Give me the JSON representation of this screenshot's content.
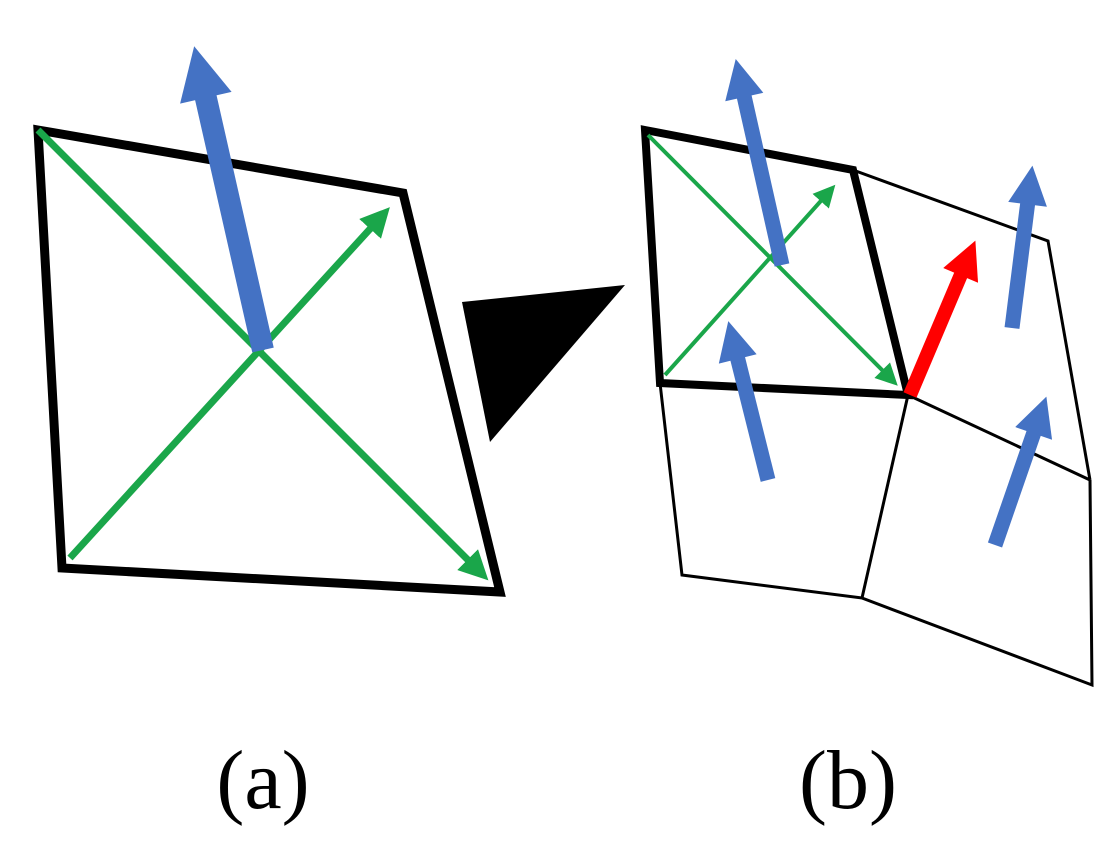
{
  "panels": [
    {
      "id": "a",
      "label": "(a)"
    },
    {
      "id": "b",
      "label": "(b)"
    }
  ],
  "colors": {
    "outline": "#000000",
    "diagonal": "#1aa64a",
    "normal": "#4472c4",
    "result": "#ff0000",
    "background": "#ffffff"
  },
  "icons": {
    "transition": "triangle-pointer-icon"
  }
}
